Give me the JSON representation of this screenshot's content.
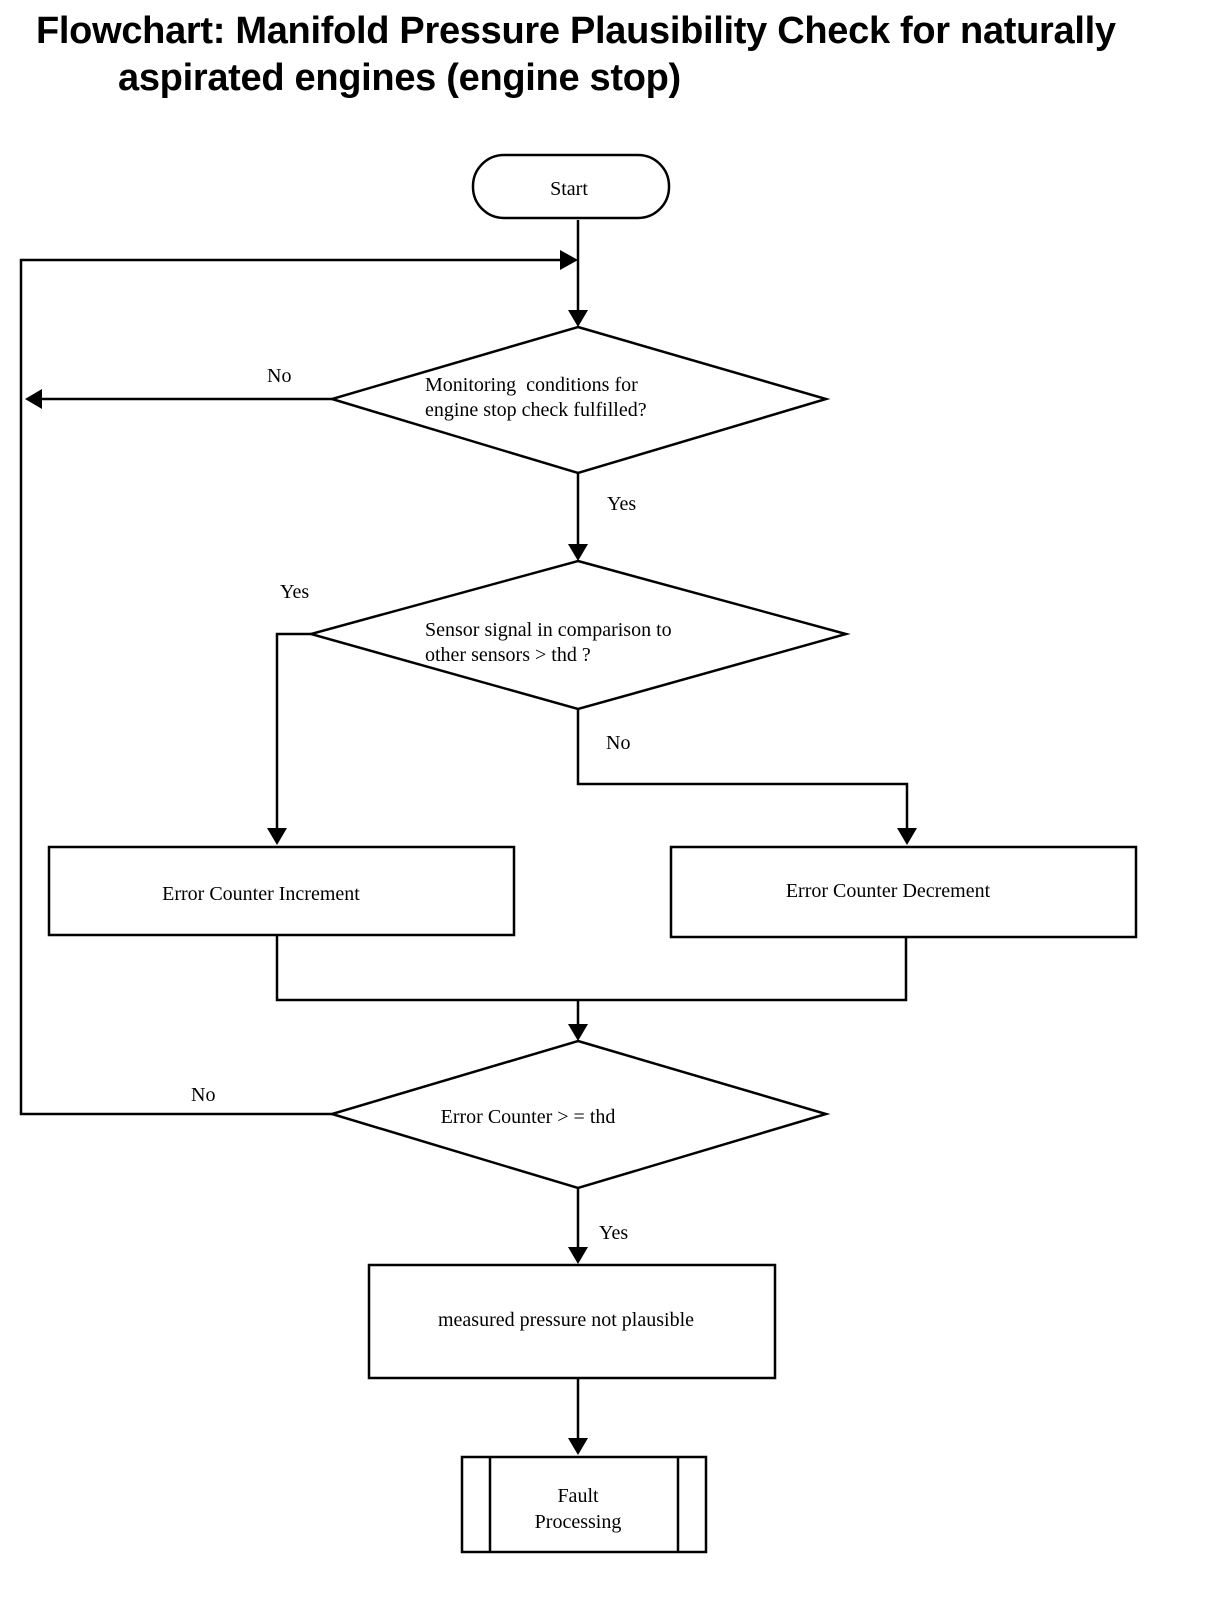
{
  "title": {
    "line1": "Flowchart: Manifold Pressure Plausibility Check for naturally",
    "line2": "aspirated engines (engine stop)"
  },
  "nodes": {
    "start": "Start",
    "decision_monitoring": {
      "line1": "Monitoring  conditions for",
      "line2": "engine stop check fulfilled?"
    },
    "decision_sensor": {
      "line1": "Sensor signal in comparison to",
      "line2": "other sensors > thd ?"
    },
    "increment": "Error Counter Increment",
    "decrement": "Error Counter Decrement",
    "decision_counter": "Error Counter > = thd",
    "not_plausible": "measured pressure not plausible",
    "fault": {
      "line1": "Fault",
      "line2": "Processing"
    }
  },
  "edge_labels": {
    "monitoring_no": "No",
    "monitoring_yes": "Yes",
    "sensor_yes": "Yes",
    "sensor_no": "No",
    "counter_no": "No",
    "counter_yes": "Yes"
  }
}
